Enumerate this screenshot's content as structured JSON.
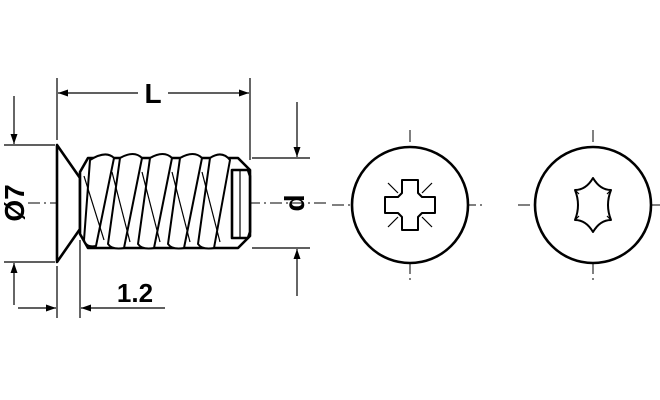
{
  "dimensions": {
    "length_label": "L",
    "head_diameter_label": "Ø7",
    "thread_diameter_label": "d",
    "head_height_label": "1.2"
  },
  "drives": [
    {
      "name": "pozidriv",
      "icon": "pozidriv-drive-icon"
    },
    {
      "name": "torx",
      "icon": "torx-drive-icon"
    }
  ]
}
